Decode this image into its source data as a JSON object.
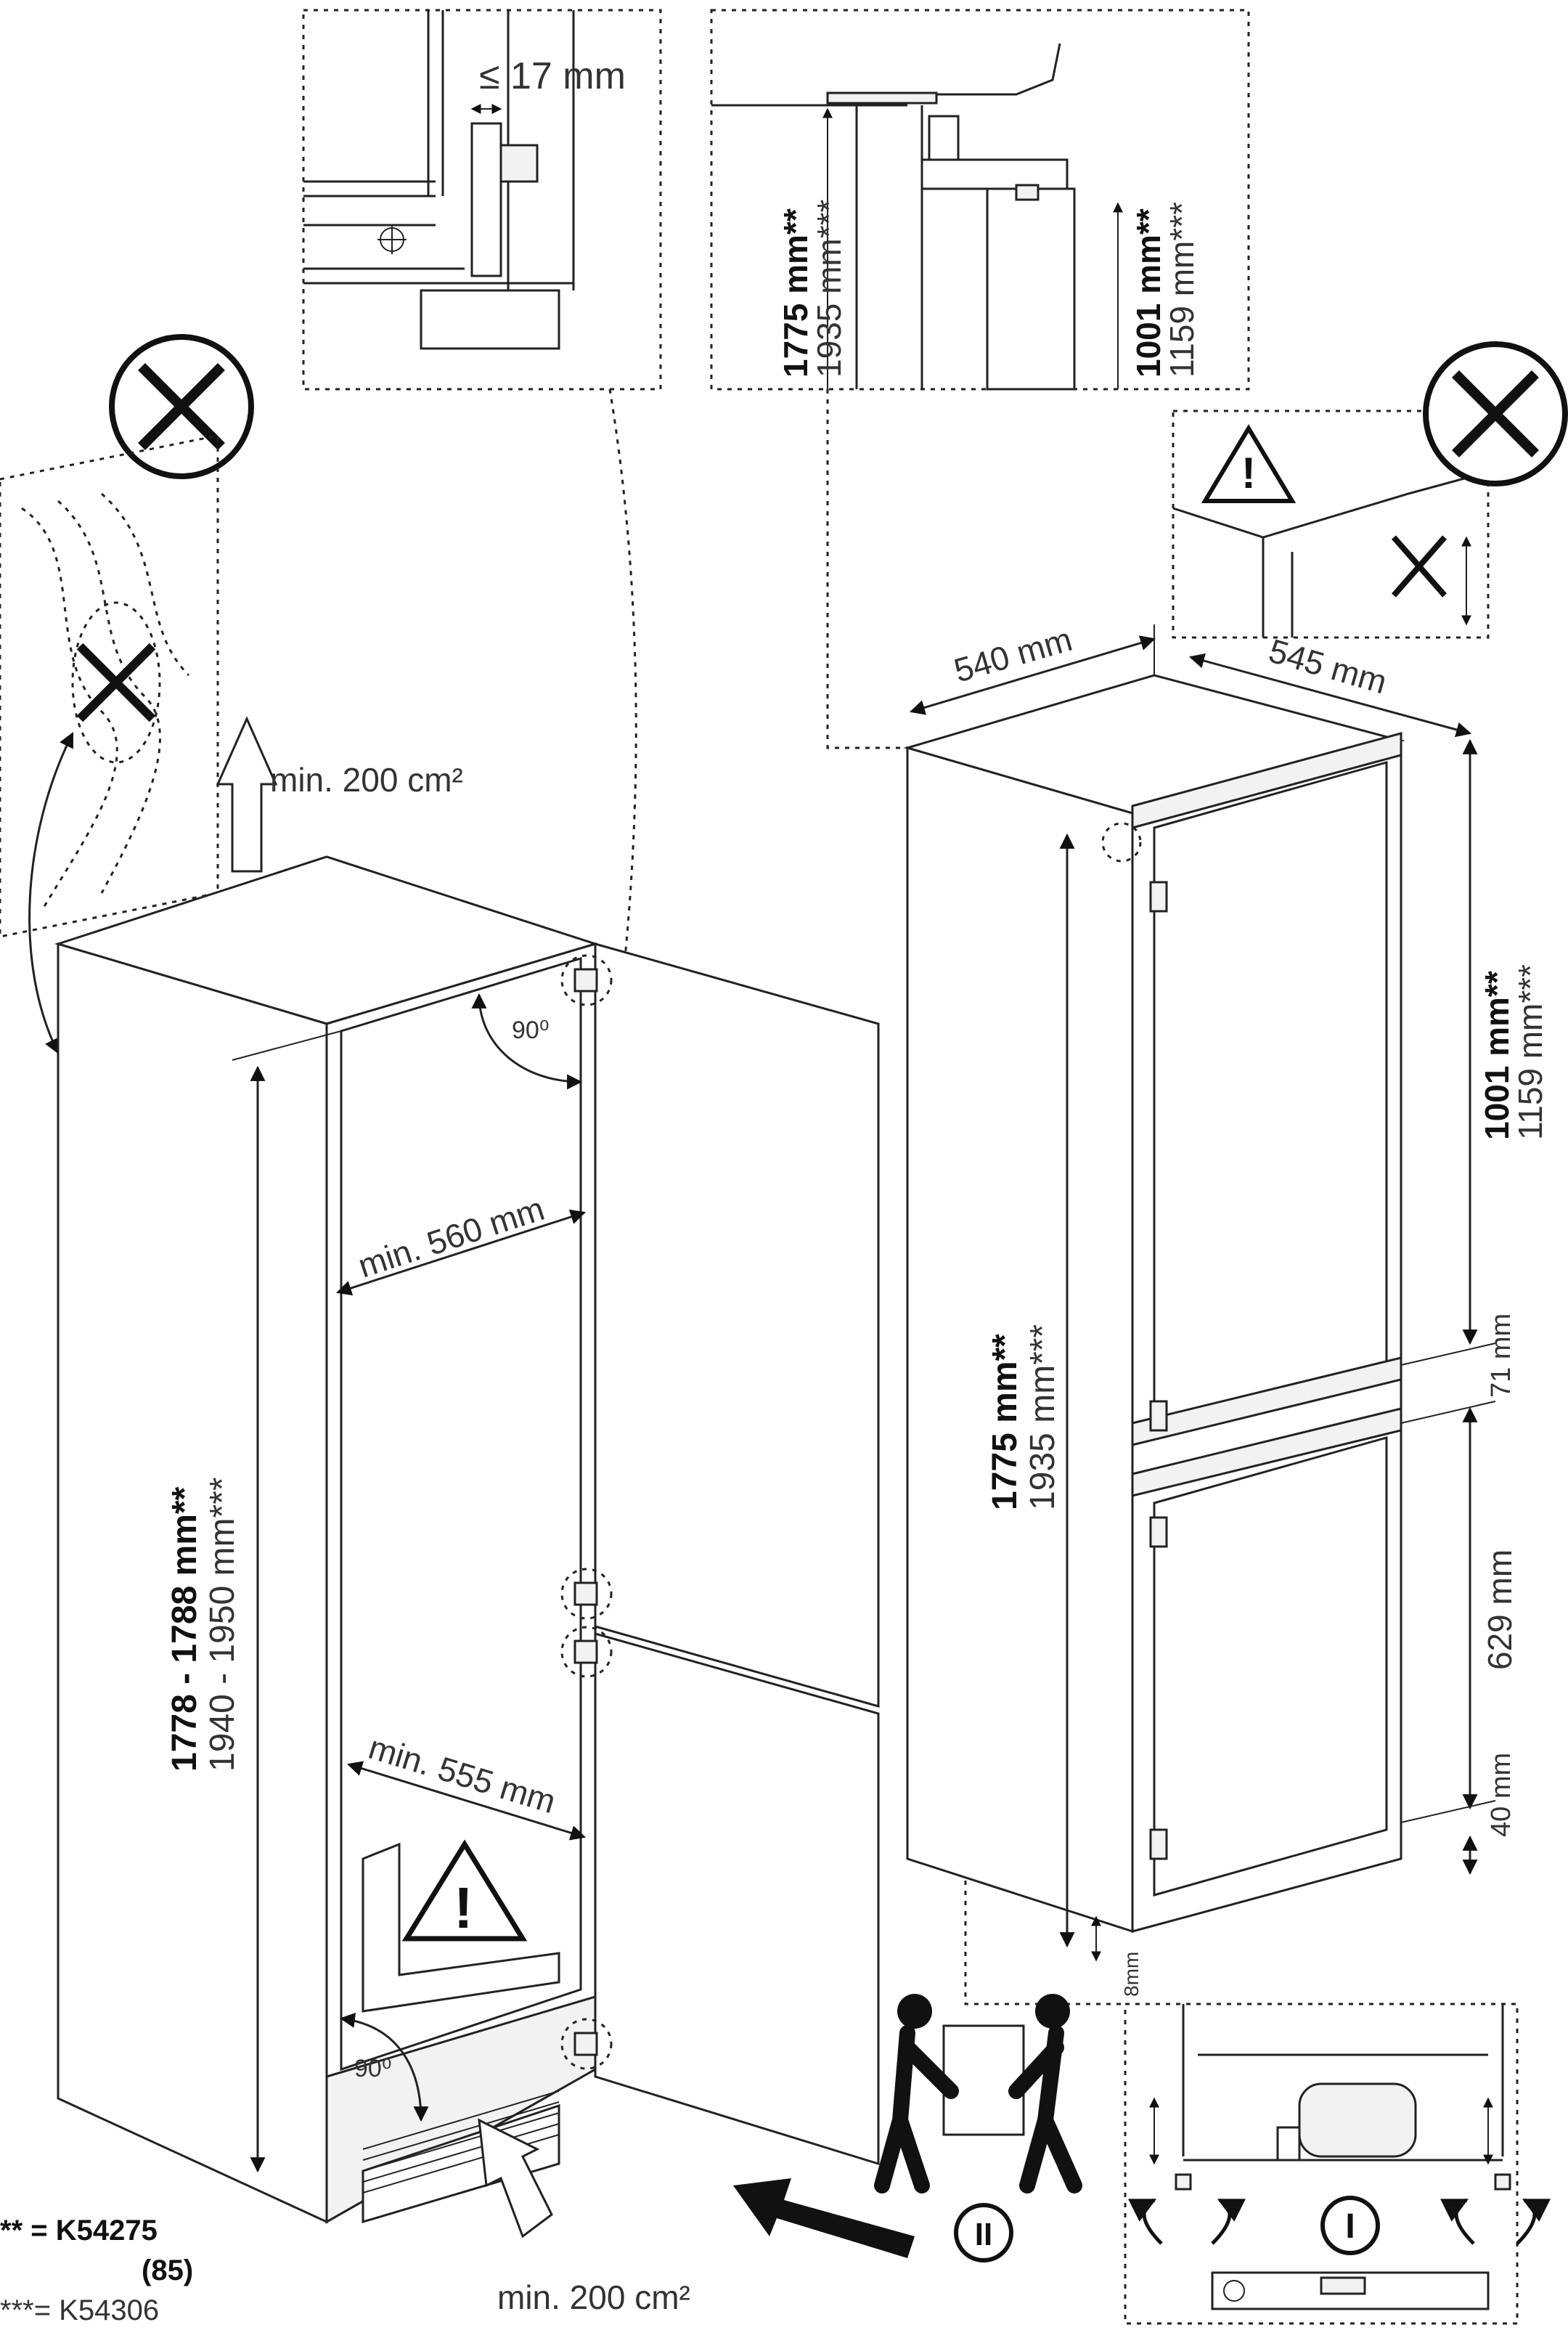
{
  "detail_hinge": {
    "gap_label": "≤ 17 mm"
  },
  "detail_top": {
    "left_height_bold": "1775 mm**",
    "left_height_alt": "1935 mm***",
    "right_height_bold": "1001 mm**",
    "right_height_alt": "1159 mm***"
  },
  "niche": {
    "vent_top": "min. 200 cm²",
    "vent_bottom": "min. 200 cm²",
    "angle_top": "90⁰",
    "angle_bottom": "90⁰",
    "width_upper": "min. 560 mm",
    "width_lower": "min. 555 mm",
    "height_bold": "1778 - 1788 mm**",
    "height_alt": "1940 - 1950 mm***"
  },
  "appliance": {
    "width": "540 mm",
    "depth": "545 mm",
    "total_bold": "1775 mm**",
    "total_alt": "1935 mm***",
    "upper_bold": "1001 mm**",
    "upper_alt": "1159 mm***",
    "gap_middle": "71 mm",
    "lower": "629 mm",
    "gap_bottom": "40 mm",
    "gap_base": "8mm"
  },
  "steps": {
    "step_one": "I",
    "step_two": "II"
  },
  "legend": {
    "model_1": "** = K54275",
    "model_1_sub": "(85)",
    "model_2": "***= K54306"
  }
}
